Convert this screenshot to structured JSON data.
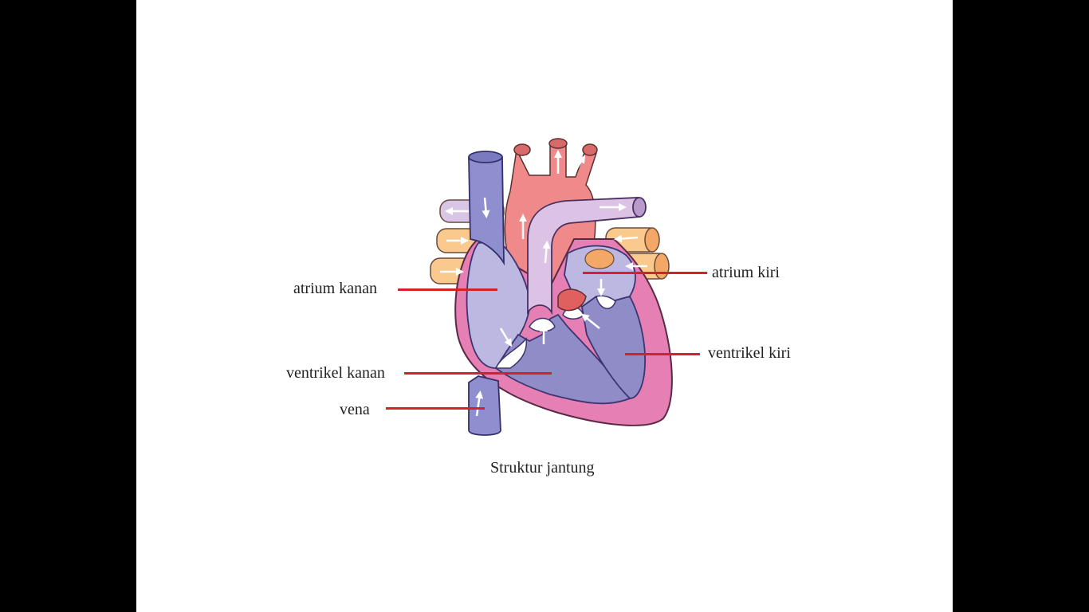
{
  "diagram": {
    "caption": "Struktur jantung",
    "labels": {
      "atrium_kanan": "atrium kanan",
      "atrium_kiri": "atrium kiri",
      "ventrikel_kanan": "ventrikel kanan",
      "ventrikel_kiri": "ventrikel kiri",
      "vena": "vena"
    },
    "colors": {
      "leader_line": "#d2232a",
      "aorta": "#f08a8a",
      "vena_cava": "#8f8fd0",
      "pulmonary_artery": "#dcc3e6",
      "pulmonary_veins": "#f9c98e",
      "myocardium": "#e57fb4",
      "right_chambers": "#bcb8e2",
      "left_chambers": "#8f8cc8",
      "slide_background": "#ffffff",
      "letterbox": "#000000"
    }
  }
}
